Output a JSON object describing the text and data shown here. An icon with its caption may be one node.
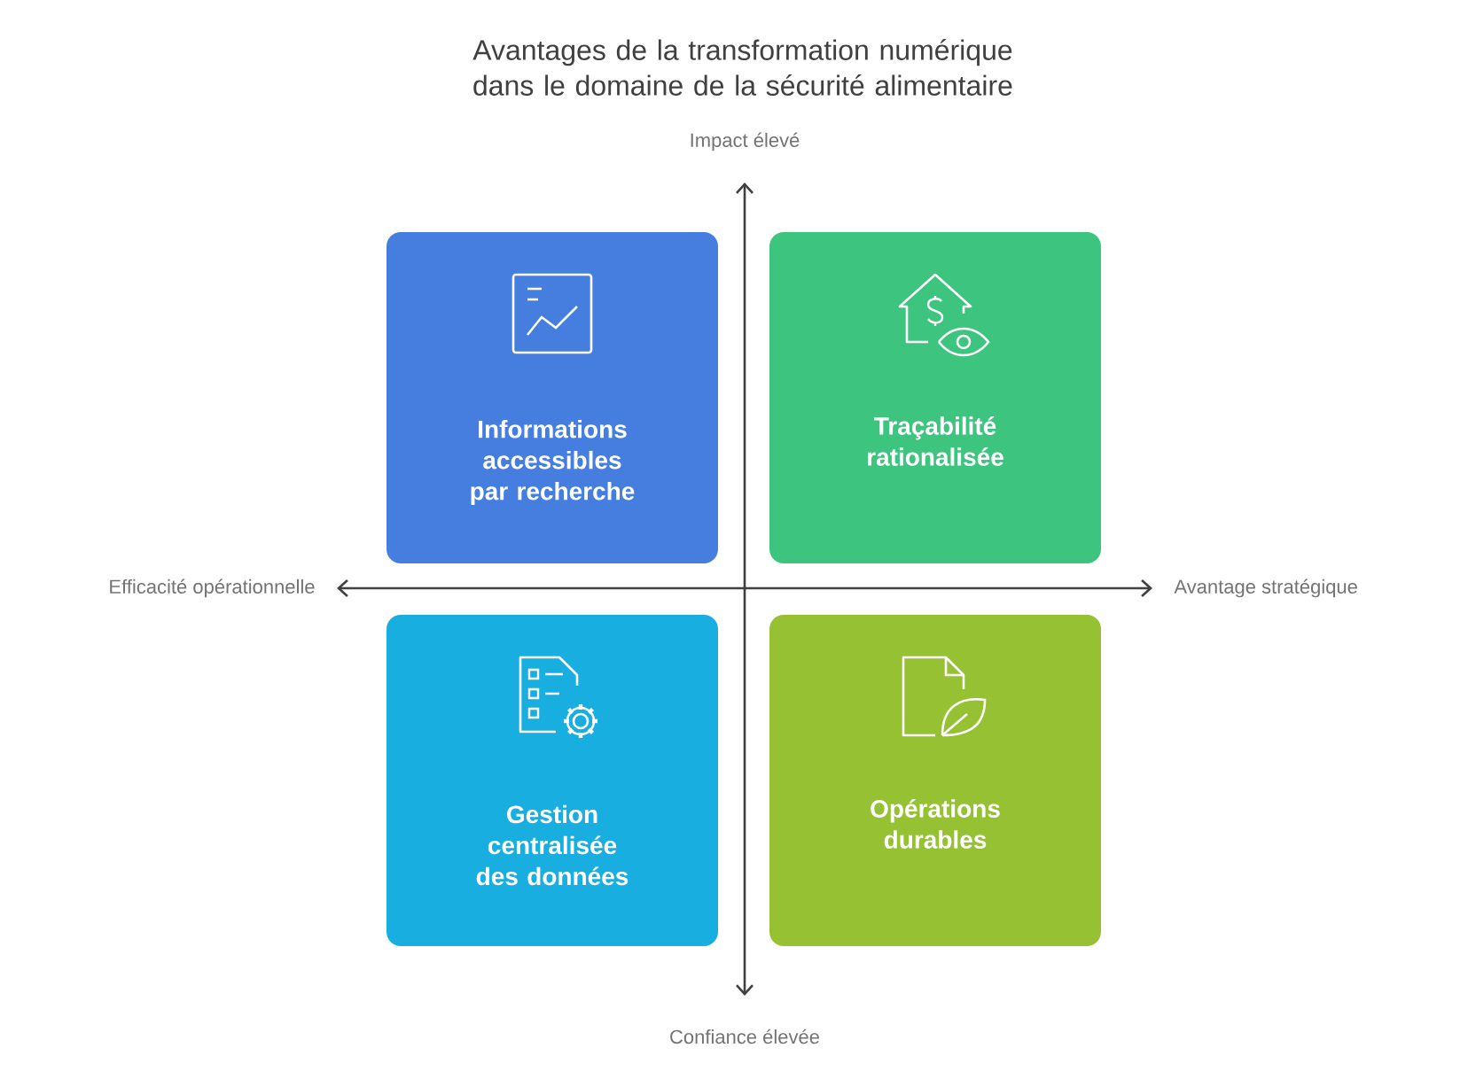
{
  "diagram": {
    "title": "Avantages de la transformation numérique dans le domaine de la sécurité alimentaire",
    "nodes": [
      {
        "text": [
          "Informations accessibles par recherche"
        ]
      },
      {
        "text": [
          "Traçabilité rationalisée"
        ]
      },
      {
        "text": [
          "Gestion centralisée des données"
        ]
      },
      {
        "text": [
          "Opérations durables"
        ]
      }
    ],
    "labels": [
      "Impact élevé",
      "Efficacité opérationnelle",
      "Avantage stratégique",
      "Confiance élevée"
    ]
  }
}
